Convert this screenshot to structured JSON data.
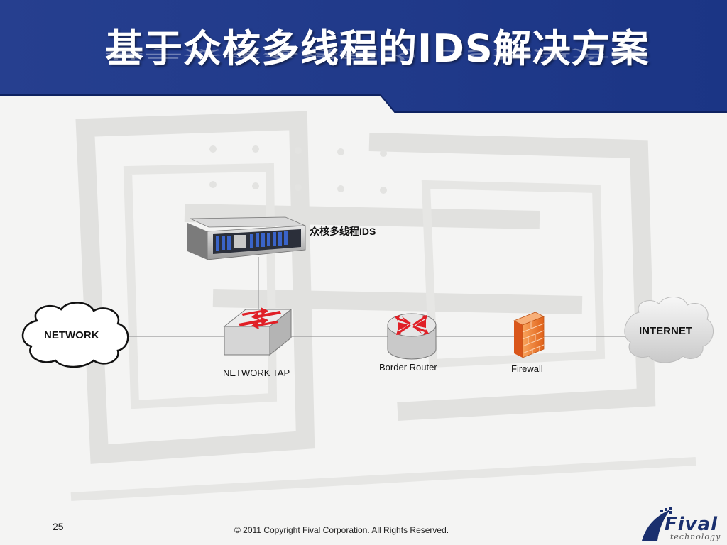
{
  "slide": {
    "title": "基于众核多线程的IDS解决方案",
    "page_number": "25",
    "copyright": "© 2011 Copyright  Fival Corporation. All Rights Reserved.",
    "logo": {
      "name": "Fival",
      "tagline": "technology"
    }
  },
  "diagram": {
    "nodes": {
      "ids_server": {
        "label": "众核多线程IDS"
      },
      "network": {
        "label": "NETWORK"
      },
      "network_tap": {
        "label": "NETWORK TAP"
      },
      "border_router": {
        "label": "Border Router"
      },
      "firewall": {
        "label": "Firewall"
      },
      "internet": {
        "label": "INTERNET"
      }
    }
  },
  "colors": {
    "header_blue": "#1e3c8c",
    "arrow_red": "#e01f26",
    "firewall_orange": "#f07a2a",
    "line_gray": "#9a9a9a"
  }
}
